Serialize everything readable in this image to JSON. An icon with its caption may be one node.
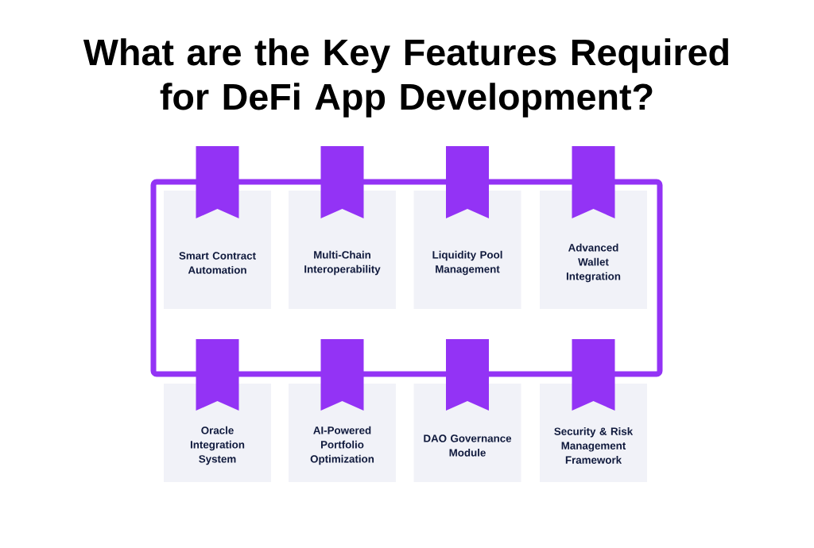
{
  "diagram": {
    "title": "What are the Key Features Required for DeFi App Development?",
    "nodes": [
      {
        "text": [
          "Smart Contract Automation"
        ]
      },
      {
        "text": [
          "Multi-Chain Interoperability"
        ]
      },
      {
        "text": [
          "Liquidity Pool Management"
        ]
      },
      {
        "text": [
          "Advanced Wallet Integration"
        ]
      },
      {
        "text": [
          "Oracle Integration System"
        ]
      },
      {
        "text": [
          "AI-Powered Portfolio Optimization"
        ]
      },
      {
        "text": [
          "DAO Governance Module"
        ]
      },
      {
        "text": [
          "Security & Risk Management Framework"
        ]
      }
    ]
  }
}
